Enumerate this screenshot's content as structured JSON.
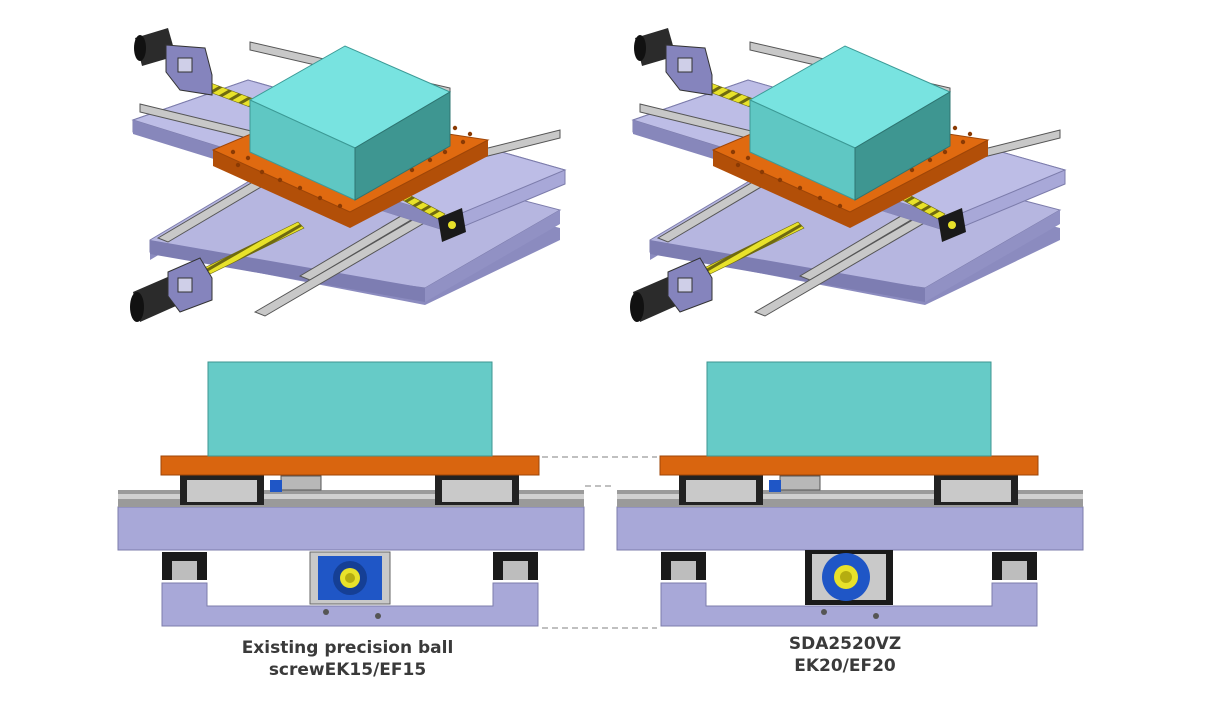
{
  "captions": {
    "left": {
      "line1": "Existing precision ball",
      "line2": "screwEK15/EF15"
    },
    "right": {
      "line1": "SDA2520VZ",
      "line2": "EK20/EF20"
    }
  },
  "colors": {
    "workpiece_top": "#78e3e0",
    "workpiece_front": "#5fc7c3",
    "workpiece_side": "#3e9691",
    "table_plate": "#d9650f",
    "base_plate": "#a6a6d6",
    "base_dark": "#8b8bbf",
    "rail": "#bdbdbd",
    "rail_dark": "#555555",
    "motor": "#2b2b2b",
    "ball_screw": "#e8e22a",
    "bearing_blue": "#1f56c6",
    "support_black": "#1a1a1a"
  },
  "icons": {
    "motor": "servo-motor-icon",
    "bearing": "bearing-block-icon",
    "ball_screw": "ball-screw-icon"
  }
}
